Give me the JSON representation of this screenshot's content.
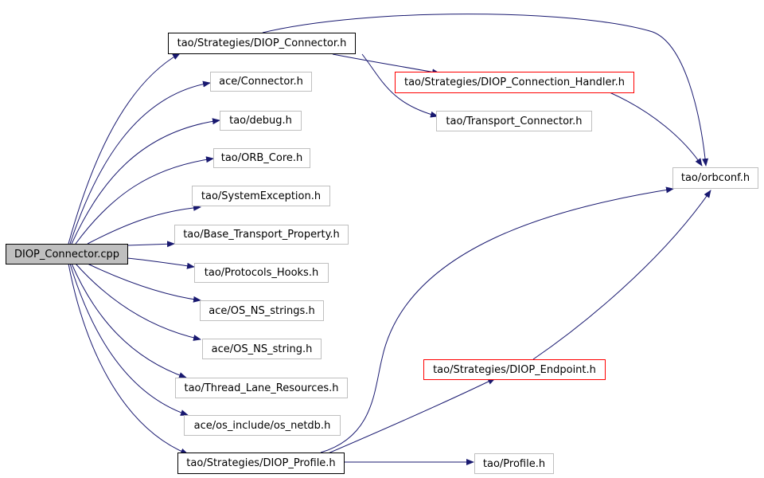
{
  "graph": {
    "root": "DIOP_Connector.cpp",
    "nodes": {
      "diop_connector_cpp": "DIOP_Connector.cpp",
      "diop_connector_h": "tao/Strategies/DIOP_Connector.h",
      "ace_connector_h": "ace/Connector.h",
      "tao_debug_h": "tao/debug.h",
      "orb_core_h": "tao/ORB_Core.h",
      "system_exception_h": "tao/SystemException.h",
      "base_transport_property_h": "tao/Base_Transport_Property.h",
      "protocols_hooks_h": "tao/Protocols_Hooks.h",
      "os_ns_strings_h": "ace/OS_NS_strings.h",
      "os_ns_string_h": "ace/OS_NS_string.h",
      "thread_lane_resources_h": "tao/Thread_Lane_Resources.h",
      "os_netdb_h": "ace/os_include/os_netdb.h",
      "diop_profile_h": "tao/Strategies/DIOP_Profile.h",
      "diop_connection_handler_h": "tao/Strategies/DIOP_Connection_Handler.h",
      "transport_connector_h": "tao/Transport_Connector.h",
      "orbconf_h": "tao/orbconf.h",
      "diop_endpoint_h": "tao/Strategies/DIOP_Endpoint.h",
      "profile_h": "tao/Profile.h"
    },
    "edge_color": "#191970"
  }
}
